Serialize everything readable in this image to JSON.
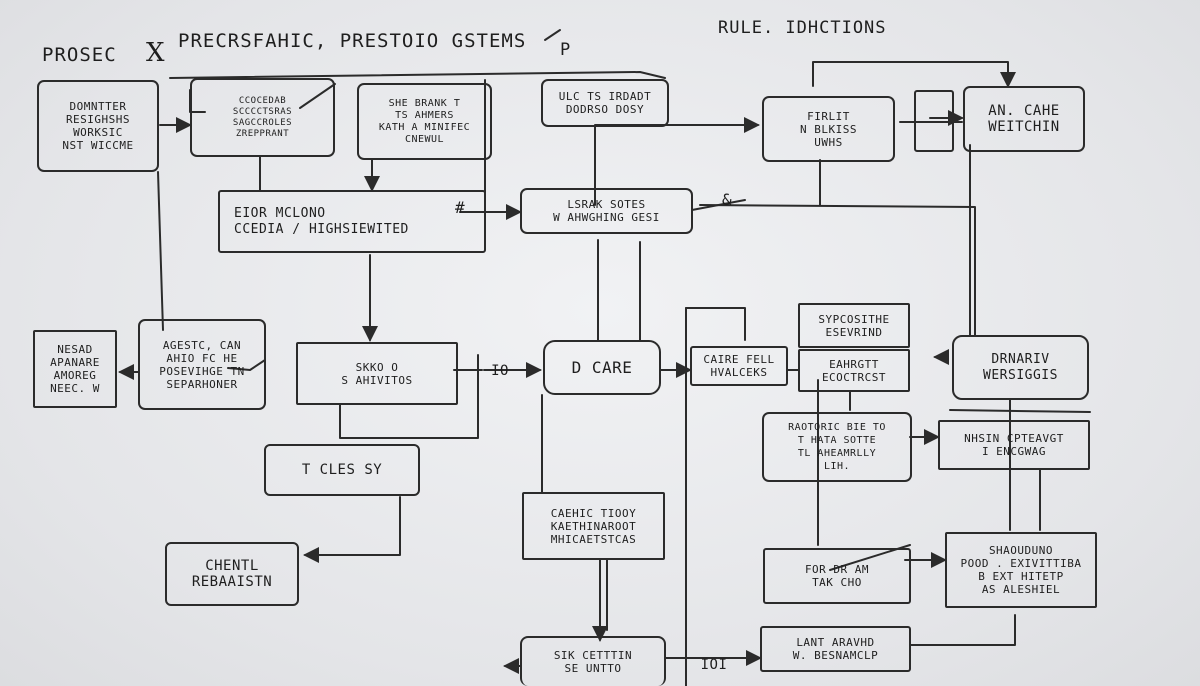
{
  "titles": {
    "left": "PROSEC",
    "cross": "X",
    "main": "PRECRSFAHIC, PRESTOIO GSTEMS",
    "suffix": "P",
    "right": "RULE. IDHCTIONS"
  },
  "boxes": {
    "b01": [
      "DOMNTTER",
      "RESIGHSHS",
      "WORKSIC",
      "NST WICCME"
    ],
    "b02": [
      "CCOCEDAB",
      "SCCCCTSRAS",
      "SAGCCROLES",
      "ZREPPRANT"
    ],
    "b03": [
      "SHE BRANK T",
      "TS AHMERS",
      "KATH A MINIFEC",
      "CNEWUL"
    ],
    "b04": [
      "ULC TS IRDADT",
      "DODRSO DOSY"
    ],
    "b05": [
      "FIRLIT",
      "N BLKISS",
      "UWHS"
    ],
    "b06": [],
    "b07": [
      "AN. CAHE",
      "WEITCHIN"
    ],
    "b08": [
      "EIOR MCLONO",
      "CCEDIA / HIGHSIEWITED"
    ],
    "b09": [
      "LSRAK SOTES",
      "W AHWGHING GESI"
    ],
    "b10": [
      "NESAD",
      "APANARE",
      "AMOREG",
      "NEEC. W"
    ],
    "b11": [
      "AGESTC, CAN",
      "AHIO FC HE",
      "POSEVIHGE TN",
      "SEPARHONER"
    ],
    "b12": [
      "SKKO O",
      "S AHIVITOS"
    ],
    "b13": [
      "IO"
    ],
    "b14": [
      "D CARE"
    ],
    "b15": [
      "CAIRE FELL",
      "HVALCEKS"
    ],
    "b16": [
      "SYPCOSITHE",
      "ESEVRIND"
    ],
    "b17": [
      "EAHRGTT",
      "ECOCTRCST"
    ],
    "b18": [
      "DRNARIV",
      "WERSIGGIS"
    ],
    "b19": [
      "T CLES SY"
    ],
    "b20": [
      "RAOTORIC BIE TO",
      "T HATA SOTTE",
      "TL AHEAMRLLY",
      "LIH."
    ],
    "b21": [
      "NHSIN CPTEAVGT",
      "I ENCGWAG"
    ],
    "b22": [
      "CAEHIC TIOOY",
      "KAETHINAROOT",
      "MHICAETSTCAS"
    ],
    "b23": [
      "CHENTL",
      "REBAAISTN"
    ],
    "b24": [
      "FOR DR AM",
      "TAK CHO"
    ],
    "b25": [
      "SHAOUDUNO",
      "POOD . EXIVITTIBA",
      "B EXT HITETP",
      "AS ALESHIEL"
    ],
    "b26": [
      "LANT ARAVHD",
      "W. BESNAMCLP"
    ],
    "b27": [
      "SIK CETTTIN",
      "SE UNTTO"
    ],
    "b28": [
      "IOI"
    ]
  },
  "marks": {
    "m1": "#",
    "m2": "&",
    "m3": "IOI",
    "m4": "▸"
  }
}
